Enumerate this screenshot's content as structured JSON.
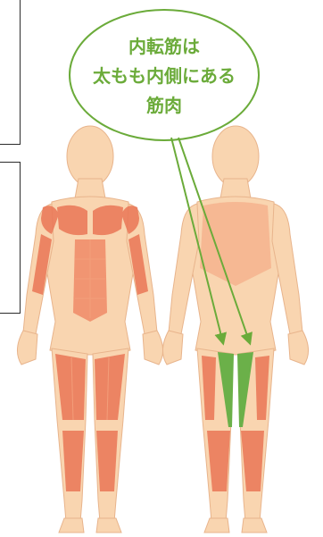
{
  "callout": {
    "lines": [
      "内転筋は",
      "太もも内側にある",
      "筋肉"
    ],
    "color": "#6bab3a"
  },
  "figures": {
    "front_view": "body-front-muscles",
    "back_view": "body-back-with-adductors"
  },
  "colors": {
    "skin": "#f9d5b0",
    "skin_outline": "#e8b48c",
    "muscle": "#ea7656",
    "muscle_light": "#f4a07c",
    "highlight": "#6bb049",
    "arrow": "#6bab3a"
  },
  "icons": {
    "arrow_left": "arrow-down-left-icon",
    "arrow_right": "arrow-down-right-icon"
  }
}
